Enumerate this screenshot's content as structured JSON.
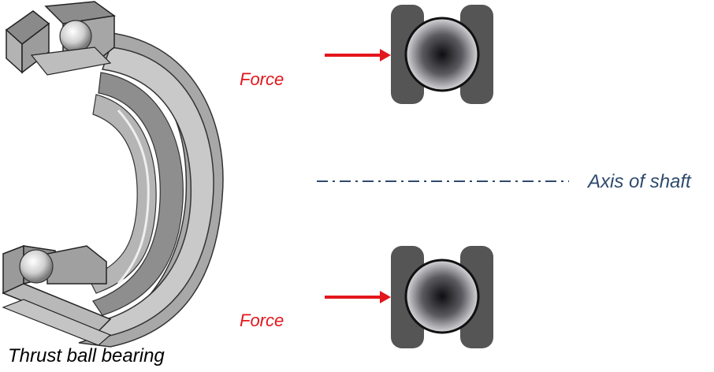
{
  "labels": {
    "force_top": "Force",
    "force_bottom": "Force",
    "axis": "Axis of shaft",
    "caption": "Thrust ball bearing"
  },
  "colors": {
    "force": "#e3161b",
    "axis": "#2e4a6d",
    "race": "#555555",
    "caption": "#000000"
  },
  "icons": {
    "bearing_illustration": "thrust-ball-bearing-3d",
    "force_arrow": "right-arrow",
    "ball": "steel-ball"
  }
}
